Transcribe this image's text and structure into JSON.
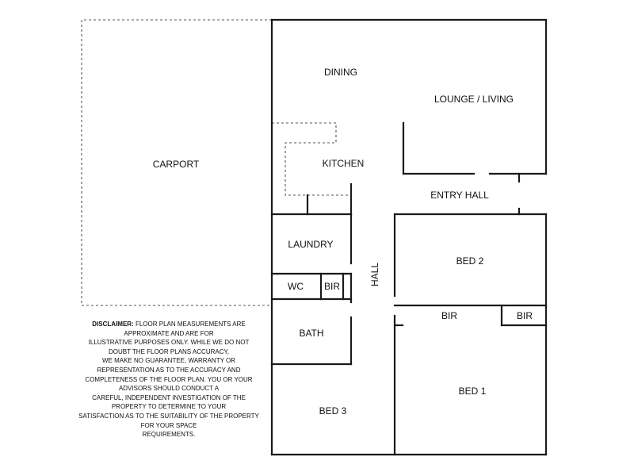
{
  "rooms": {
    "carport": "CARPORT",
    "dining": "DINING",
    "lounge": "LOUNGE / LIVING",
    "kitchen": "KITCHEN",
    "entry_hall": "ENTRY HALL",
    "laundry": "LAUNDRY",
    "wc": "WC",
    "bir_wc": "BIR",
    "hall": "HALL",
    "bed2": "BED 2",
    "bir_bed1_left": "BIR",
    "bir_bed1_right": "BIR",
    "bath": "BATH",
    "bed1": "BED 1",
    "bed3": "BED 3"
  },
  "disclaimer": {
    "heading": "DISCLAIMER:",
    "lines": [
      "FLOOR PLAN MEASUREMENTS ARE",
      "APPROXIMATE AND ARE FOR",
      "ILLUSTRATIVE PURPOSES ONLY. WHILE WE DO NOT",
      "DOUBT THE FLOOR PLANS ACCURACY,",
      "WE MAKE NO GUARANTEE, WARRANTY OR",
      "REPRESENTATION AS TO THE ACCURACY AND",
      "COMPLETENESS OF THE FLOOR PLAN. YOU OR YOUR",
      "ADVISORS SHOULD CONDUCT A",
      "CAREFUL, INDEPENDENT INVESTIGATION OF THE",
      "PROPERTY TO DETERMINE TO YOUR",
      "SATISFACTION AS TO THE SUITABILITY OF THE PROPERTY",
      "FOR YOUR SPACE",
      "REQUIREMENTS."
    ]
  }
}
